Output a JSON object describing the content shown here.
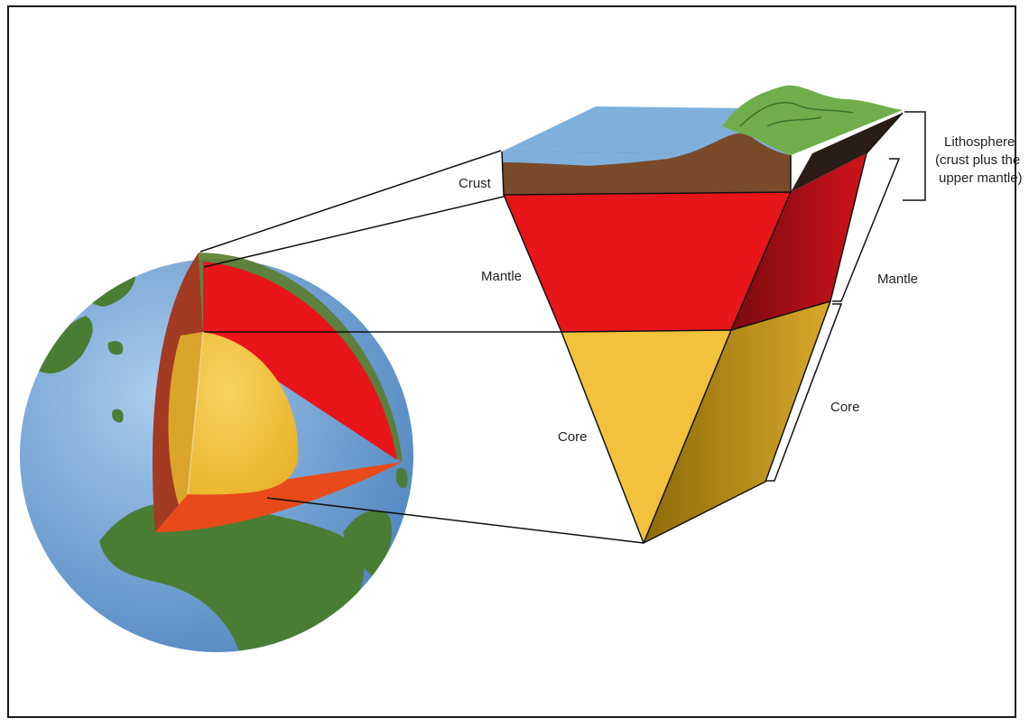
{
  "labels": {
    "crust": "Crust",
    "mantle_left": "Mantle",
    "core_left": "Core",
    "lithosphere_line1": "Lithosphere",
    "lithosphere_line2": "(crust plus the",
    "lithosphere_line3": "upper mantle)",
    "mantle_right": "Mantle",
    "core_right": "Core"
  },
  "colors": {
    "ocean": "#7fb0dc",
    "land": "#4a7d34",
    "crust": "#7a4a2a",
    "mantle": "#e8151b",
    "mantle_dark": "#8a0d12",
    "core": "#f2c23c",
    "core_dark": "#a47d10",
    "lithosphere_side": "#2a1d16"
  }
}
